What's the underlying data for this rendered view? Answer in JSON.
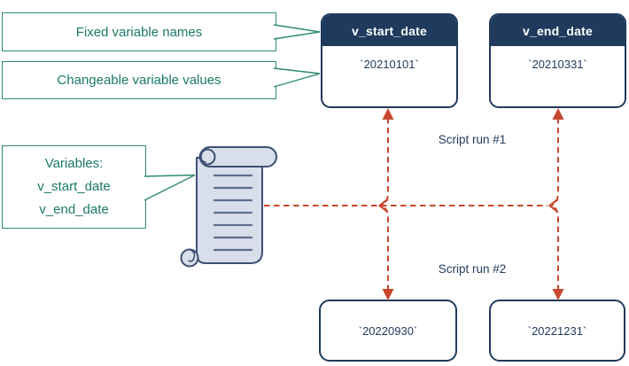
{
  "diagram": {
    "callouts": [
      {
        "text": "Fixed variable names"
      },
      {
        "text": "Changeable variable values"
      },
      {
        "lines": [
          "Variables:",
          "v_start_date",
          "v_end_date"
        ]
      }
    ],
    "variable_cards": [
      {
        "title": "v_start_date",
        "value": "`20210101`"
      },
      {
        "title": "v_end_date",
        "value": "`20210331`"
      }
    ],
    "result_cards": [
      {
        "value": "`20220930`"
      },
      {
        "value": "`20221231`"
      }
    ],
    "run_labels": [
      {
        "text": "Script run #1"
      },
      {
        "text": "Script run #2"
      }
    ],
    "icons": {
      "scroll": "script-scroll-icon",
      "arrows": [
        "arrow-up-icon",
        "arrow-down-icon",
        "arrow-left-icon"
      ]
    },
    "colors": {
      "navy": "#1f3a5c",
      "green_border": "#2e8b6e",
      "green_text": "#1b7a68",
      "red_connector": "#c8472f",
      "scroll_fill": "#d9deeb",
      "scroll_stroke": "#3d4f73",
      "scroll_text_lines": "#5d6e90"
    }
  }
}
